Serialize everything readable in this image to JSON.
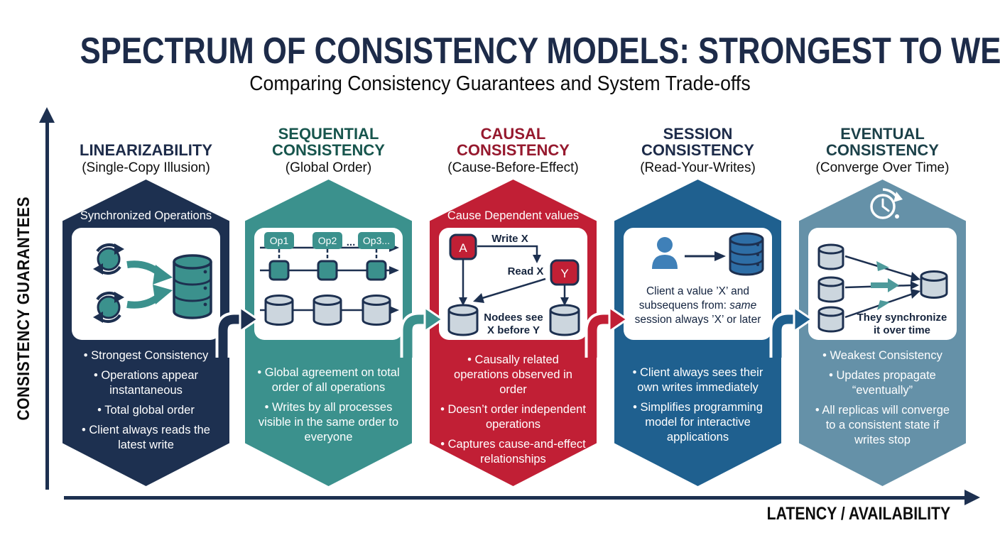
{
  "title": "SPECTRUM OF CONSISTENCY MODELS: STRONGEST TO WEAKEST",
  "subtitle": "Comparing Consistency Guarantees and System Trade-offs",
  "y_axis": {
    "label": "CONSISTENCY GUARANTEES"
  },
  "x_axis": {
    "label": "LATENCY / AVAILABILITY"
  },
  "colors": {
    "title_navy": "#1d2b49",
    "axis_navy": "#1d3050",
    "panel_navy": "#1d3050",
    "panel_teal": "#3b918d",
    "panel_red": "#c11f35",
    "panel_blue": "#1f608f",
    "panel_steel": "#6591a8"
  },
  "panels": [
    {
      "name": "LINEARIZABILITY",
      "qualifier": "(Single-Copy Illusion)",
      "title_color": "#1d2b49",
      "body_color": "#1d3050",
      "diagram_label": "Synchronized Operations",
      "icon": "sync-processes-to-database",
      "bullets": [
        "Strongest Consistency",
        "Operations appear instantaneous",
        "Total global order",
        "Client always reads the latest write"
      ]
    },
    {
      "name": "SEQUENTIAL CONSISTENCY",
      "qualifier": "(Global Order)",
      "title_color": "#17554d",
      "body_color": "#3b918d",
      "diagram": {
        "op_labels": [
          "Op1",
          "Op2",
          "Op3..."
        ],
        "ellipsis": "..."
      },
      "icon": "ordered-operations-timeline",
      "bullets": [
        "Global agreement on total order of all operations",
        "Writes by all processes visible in the same order to everyone"
      ]
    },
    {
      "name": "CAUSAL CONSISTENCY",
      "qualifier": "(Cause-Before-Effect)",
      "title_color": "#96192e",
      "body_color": "#c11f35",
      "diagram_label": "Cause Dependent values",
      "diagram": {
        "node_a": "A",
        "node_y": "Y",
        "edge_write": "Write X",
        "edge_read": "Read X",
        "caption_line1": "Nodees see",
        "caption_line2": "X before Y"
      },
      "icon": "causal-graph",
      "bullets": [
        "Causally related operations observed in order",
        "Doesn’t order independent operations",
        "Captures cause-and-effect relationships"
      ]
    },
    {
      "name": "SESSION CONSISTENCY",
      "qualifier": "(Read-Your-Writes)",
      "title_color": "#1d2b49",
      "body_color": "#1f608f",
      "diagram": {
        "caption_l1": "Client a value ’X’ and",
        "caption_l2_prefix": "subsequens from: ",
        "caption_l2_italic": "same",
        "caption_l3": "session always ’X’ or later"
      },
      "icon": "client-to-database",
      "bullets": [
        "Client always sees their own writes immediately",
        "Simplifies programming model for interactive applications"
      ]
    },
    {
      "name": "EVENTUAL CONSISTENCY",
      "qualifier": "(Converge Over Time)",
      "title_color": "#1c4149",
      "body_color": "#6591a8",
      "diagram": {
        "caption_line1": "They synchronize",
        "caption_line2": "it over time"
      },
      "icon": "replicas-converge-clock",
      "bullets": [
        "Weakest Consistency",
        "Updates propagate “eventually”",
        "All replicas will converge to a consistent state if writes stop"
      ]
    }
  ],
  "connectors": [
    {
      "color": "#1d3050"
    },
    {
      "color": "#3b918d"
    },
    {
      "color": "#c11f35"
    },
    {
      "color": "#1f608f"
    }
  ]
}
